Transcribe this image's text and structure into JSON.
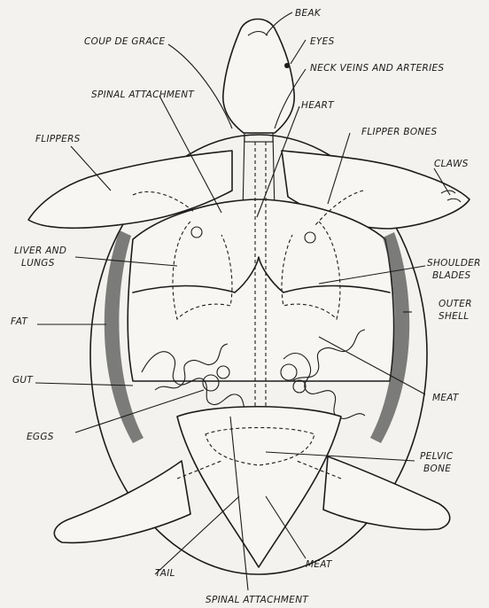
{
  "labels": {
    "beak": "BEAK",
    "eyes": "EYES",
    "coup_de_grace": "COUP DE GRACE",
    "neck_veins": "NECK VEINS AND ARTERIES",
    "spinal_attachment_top": "SPINAL ATTACHMENT",
    "heart": "HEART",
    "flippers": "FLIPPERS",
    "flipper_bones": "FLIPPER BONES",
    "claws": "CLAWS",
    "liver_and": "LIVER AND",
    "lungs": "LUNGS",
    "shoulder": "SHOULDER",
    "blades": "BLADES",
    "outer": "OUTER",
    "shell": "SHELL",
    "fat": "FAT",
    "meat_right": "MEAT",
    "gut": "GUT",
    "eggs": "EGGS",
    "pelvic": "PELVIC",
    "bone": "BONE",
    "tail": "TAIL",
    "meat_bottom": "MEAT",
    "spinal_attachment_bottom": "SPINAL ATTACHMENT"
  }
}
